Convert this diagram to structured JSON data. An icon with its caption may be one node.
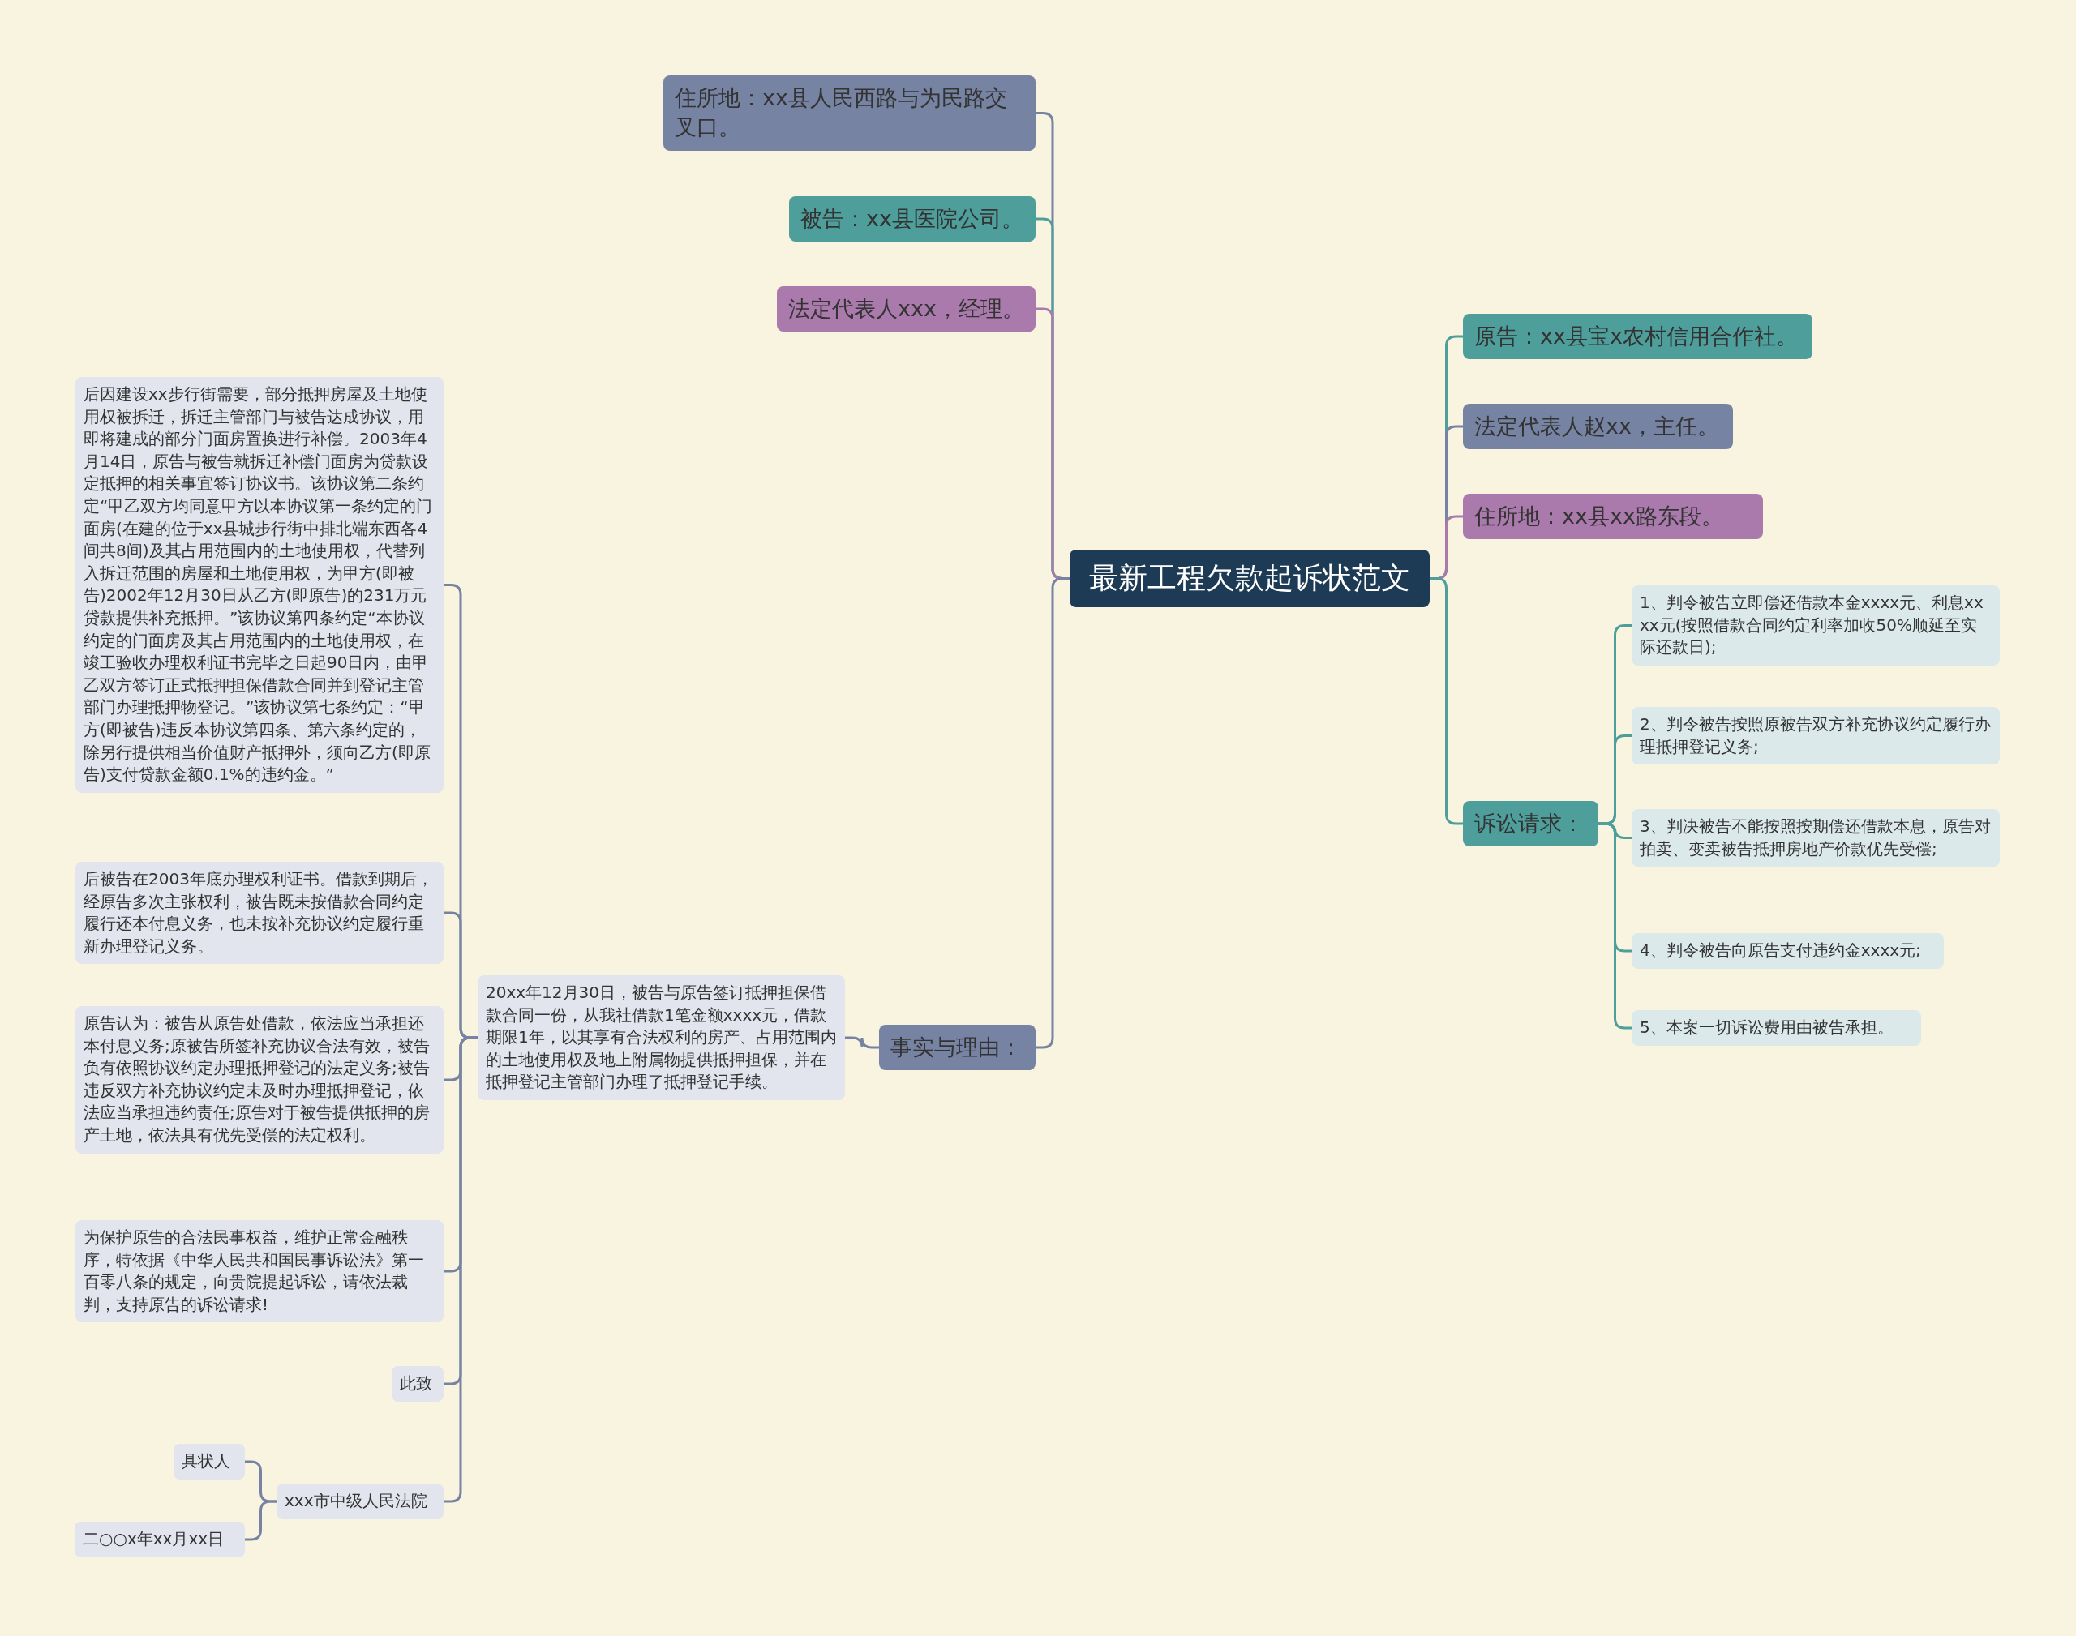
{
  "diagram": {
    "nodes": [
      {
        "text": [
          "最新工程欠款起诉状范文"
        ]
      },
      {
        "text": [
          "住所地：xx县人民西路与为民路交叉口。"
        ]
      },
      {
        "text": [
          "被告：xx县医院公司。"
        ]
      },
      {
        "text": [
          "法定代表人xxx，经理。"
        ]
      },
      {
        "text": [
          "事实与理由："
        ]
      },
      {
        "text": [
          "20xx年12月30日，被告与原告签订抵押担保借款合同一份，从我社借款1笔金额xxxx元，借款期限1年，以其享有合法权利的房产、占用范围内的土地使用权及地上附属物提供抵押担保，并在抵押登记主管部门办理了抵押登记手续。"
        ]
      },
      {
        "text": [
          "后因建设xx步行街需要，部分抵押房屋及土地使用权被拆迁，拆迁主管部门与被告达成协议，用即将建成的部分门面房置换进行补偿。2003年4月14日，原告与被告就拆迁补偿门面房为贷款设定抵押的相关事宜签订协议书。该协议第二条约定“甲乙双方均同意甲方以本协议第一条约定的门面房(在建的位于xx县城步行街中排北端东西各4间共8间)及其占用范围内的土地使用权，代替列入拆迁范围的房屋和土地使用权，为甲方(即被告)2002年12月30日从乙方(即原告)的231万元贷款提供补充抵押。”该协议第四条约定“本协议约定的门面房及其占用范围内的土地使用权，在竣工验收办理权利证书完毕之日起90日内，由甲乙双方签订正式抵押担保借款合同并到登记主管部门办理抵押物登记。”该协议第七条约定：“甲方(即被告)违反本协议第四条、第六条约定的，除另行提供相当价值财产抵押外，须向乙方(即原告)支付贷款金额0.1%的违约金。”"
        ]
      },
      {
        "text": [
          "后被告在2003年底办理权利证书。借款到期后，经原告多次主张权利，被告既未按借款合同约定履行还本付息义务，也未按补充协议约定履行重新办理登记义务。"
        ]
      },
      {
        "text": [
          "原告认为：被告从原告处借款，依法应当承担还本付息义务;原被告所签补充协议合法有效，被告负有依照协议约定办理抵押登记的法定义务;被告违反双方补充协议约定未及时办理抵押登记，依法应当承担违约责任;原告对于被告提供抵押的房产土地，依法具有优先受偿的法定权利。"
        ]
      },
      {
        "text": [
          "为保护原告的合法民事权益，维护正常金融秩序，特依据《中华人民共和国民事诉讼法》第一百零八条的规定，向贵院提起诉讼，请依法裁判，支持原告的诉讼请求!"
        ]
      },
      {
        "text": [
          "此致"
        ]
      },
      {
        "text": [
          "xxx市中级人民法院"
        ]
      },
      {
        "text": [
          "具状人"
        ]
      },
      {
        "text": [
          "二○○x年xx月xx日"
        ]
      },
      {
        "text": [
          "原告：xx县宝x农村信用合作社。"
        ]
      },
      {
        "text": [
          "法定代表人赵xx，主任。"
        ]
      },
      {
        "text": [
          "住所地：xx县xx路东段。"
        ]
      },
      {
        "text": [
          "诉讼请求："
        ]
      },
      {
        "text": [
          "1、判令被告立即偿还借款本金xxxx元、利息xxxx元(按照借款合同约定利率加收50%顺延至实际还款日);"
        ]
      },
      {
        "text": [
          "2、判令被告按照原被告双方补充协议约定履行办理抵押登记义务;"
        ]
      },
      {
        "text": [
          "3、判决被告不能按照按期偿还借款本息，原告对拍卖、变卖被告抵押房地产价款优先受偿;"
        ]
      },
      {
        "text": [
          "4、判令被告向原告支付违约金xxxx元;"
        ]
      },
      {
        "text": [
          "5、本案一切诉讼费用由被告承担。"
        ]
      }
    ],
    "edges": [
      {
        "from": 0,
        "to": 1,
        "arrow": "none"
      },
      {
        "from": 0,
        "to": 2,
        "arrow": "none",
        "color": "#4e9e9c"
      },
      {
        "from": 0,
        "to": 3,
        "arrow": "none",
        "color": "#a97aab"
      },
      {
        "from": 0,
        "to": 4,
        "arrow": "none"
      },
      {
        "from": 4,
        "to": 5,
        "arrow": "none"
      },
      {
        "from": 5,
        "to": 6,
        "arrow": "none"
      },
      {
        "from": 5,
        "to": 7,
        "arrow": "none"
      },
      {
        "from": 5,
        "to": 8,
        "arrow": "none"
      },
      {
        "from": 5,
        "to": 9,
        "arrow": "none"
      },
      {
        "from": 5,
        "to": 10,
        "arrow": "none"
      },
      {
        "from": 5,
        "to": 11,
        "arrow": "none"
      },
      {
        "from": 11,
        "to": 12,
        "arrow": "none"
      },
      {
        "from": 11,
        "to": 13,
        "arrow": "none"
      },
      {
        "from": 0,
        "to": 14,
        "arrow": "none",
        "color": "#4e9e9c"
      },
      {
        "from": 0,
        "to": 15,
        "arrow": "none"
      },
      {
        "from": 0,
        "to": 16,
        "arrow": "none",
        "color": "#a97aab"
      },
      {
        "from": 0,
        "to": 17,
        "arrow": "none",
        "color": "#4e9e9c"
      },
      {
        "from": 17,
        "to": 18,
        "arrow": "none",
        "color": "#4e9e9c"
      },
      {
        "from": 17,
        "to": 19,
        "arrow": "none",
        "color": "#4e9e9c"
      },
      {
        "from": 17,
        "to": 20,
        "arrow": "none",
        "color": "#4e9e9c"
      },
      {
        "from": 17,
        "to": 21,
        "arrow": "none",
        "color": "#4e9e9c"
      },
      {
        "from": 17,
        "to": 22,
        "arrow": "none",
        "color": "#4e9e9c"
      }
    ]
  }
}
